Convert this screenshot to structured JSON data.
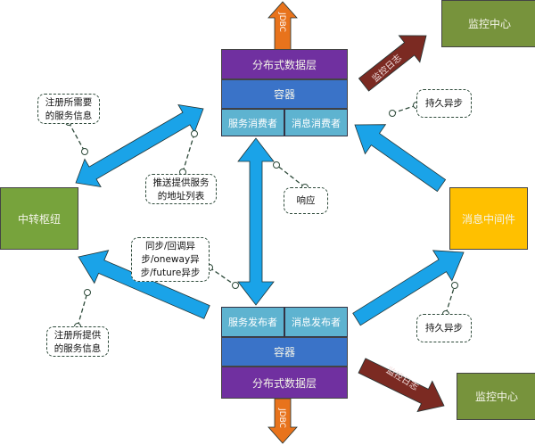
{
  "top_stack": {
    "data_layer": "分布式数据层",
    "container": "容器",
    "service_consumer": "服务消费者",
    "message_consumer": "消息消费者",
    "jdbc": "JDBC"
  },
  "bottom_stack": {
    "service_publisher": "服务发布者",
    "message_publisher": "消息发布者",
    "container": "容器",
    "data_layer": "分布式数据层",
    "jdbc": "JDBC"
  },
  "nodes": {
    "hub": "中转枢纽",
    "mq": "消息中间件",
    "monitor_top": "监控中心",
    "monitor_bottom": "监控中心"
  },
  "arrow_labels": {
    "monitor_log_top": "监控日志",
    "monitor_log_bottom": "监控日志"
  },
  "callouts": {
    "register_needed": "注册所需要的服务信息",
    "push_addresses": "推送提供服务的地址列表",
    "response": "响应",
    "sync_async": "同步/回调异步/oneway异步/future异步",
    "register_provided": "注册所提供的服务信息",
    "persist_async_top": "持久异步",
    "persist_async_bottom": "持久异步"
  },
  "colors": {
    "purple": "#7030a0",
    "blue": "#3a73c8",
    "light_blue": "#5eb3d0",
    "green": "#77a33c",
    "yellow": "#ffc000",
    "arrow_blue": "#1aa3e8",
    "brown": "#7b2a22",
    "orange": "#e8731c"
  }
}
